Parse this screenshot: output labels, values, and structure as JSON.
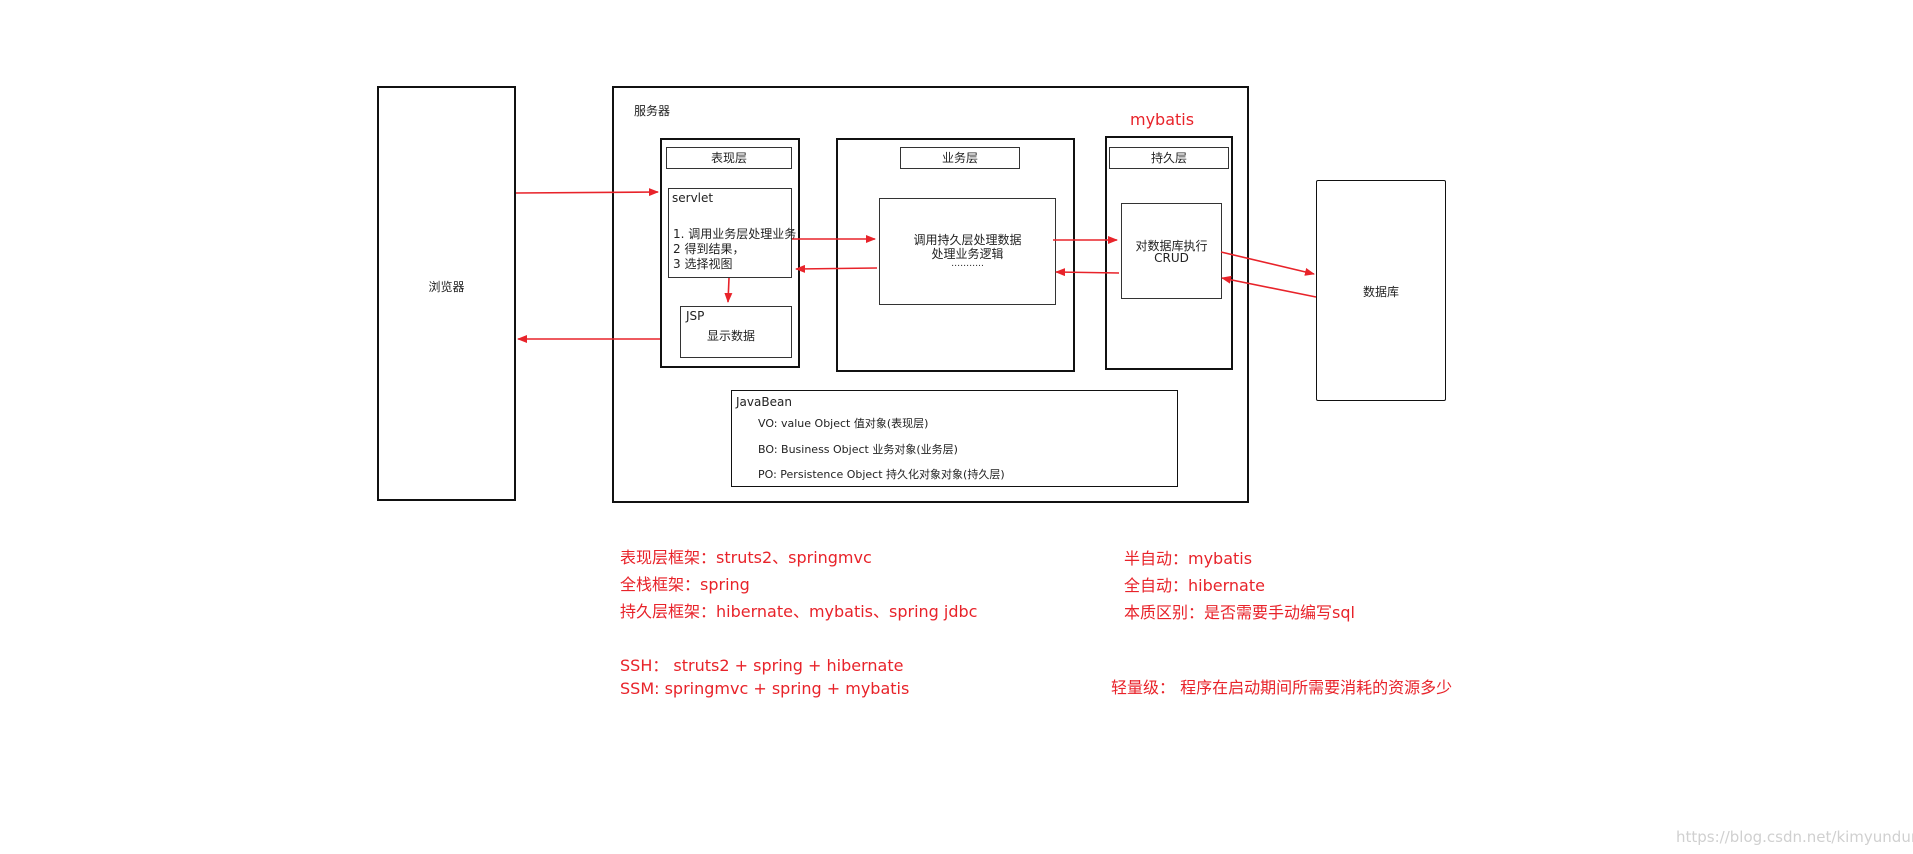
{
  "diagram": {
    "browser": "浏览器",
    "server": "服务器",
    "database": "数据库",
    "mybatis_label": "mybatis",
    "presentation": {
      "title": "表现层",
      "servlet_title": "servlet",
      "servlet_lines": [
        "1. 调用业务层处理业务",
        "2 得到结果，",
        "3 选择视图"
      ],
      "jsp_title": "JSP",
      "jsp_text": "显示数据"
    },
    "business": {
      "title": "业务层",
      "lines": [
        "调用持久层处理数据",
        "处理业务逻辑",
        "……….."
      ]
    },
    "persistence": {
      "title": "持久层",
      "lines": [
        "对数据库执行",
        "CRUD"
      ]
    },
    "javabean": {
      "title": "JavaBean",
      "lines": [
        "VO: value Object  值对象(表现层)",
        "BO: Business Object  业务对象(业务层)",
        "PO: Persistence Object  持久化对象对象(持久层)"
      ]
    }
  },
  "notes_left": [
    "表现层框架：struts2、springmvc",
    "全栈框架：spring",
    "持久层框架：hibernate、mybatis、spring jdbc",
    "SSH：  struts2 + spring + hibernate",
    "SSM: springmvc + spring + mybatis"
  ],
  "notes_right": [
    "半自动：mybatis",
    "全自动：hibernate",
    "本质区别：是否需要手动编写sql",
    "轻量级： 程序在启动期间所需要消耗的资源多少"
  ],
  "watermark": "https://blog.csdn.net/kimyundung",
  "colors": {
    "arrow": "#e8232a",
    "note": "#e8232a",
    "border": "#111111"
  }
}
